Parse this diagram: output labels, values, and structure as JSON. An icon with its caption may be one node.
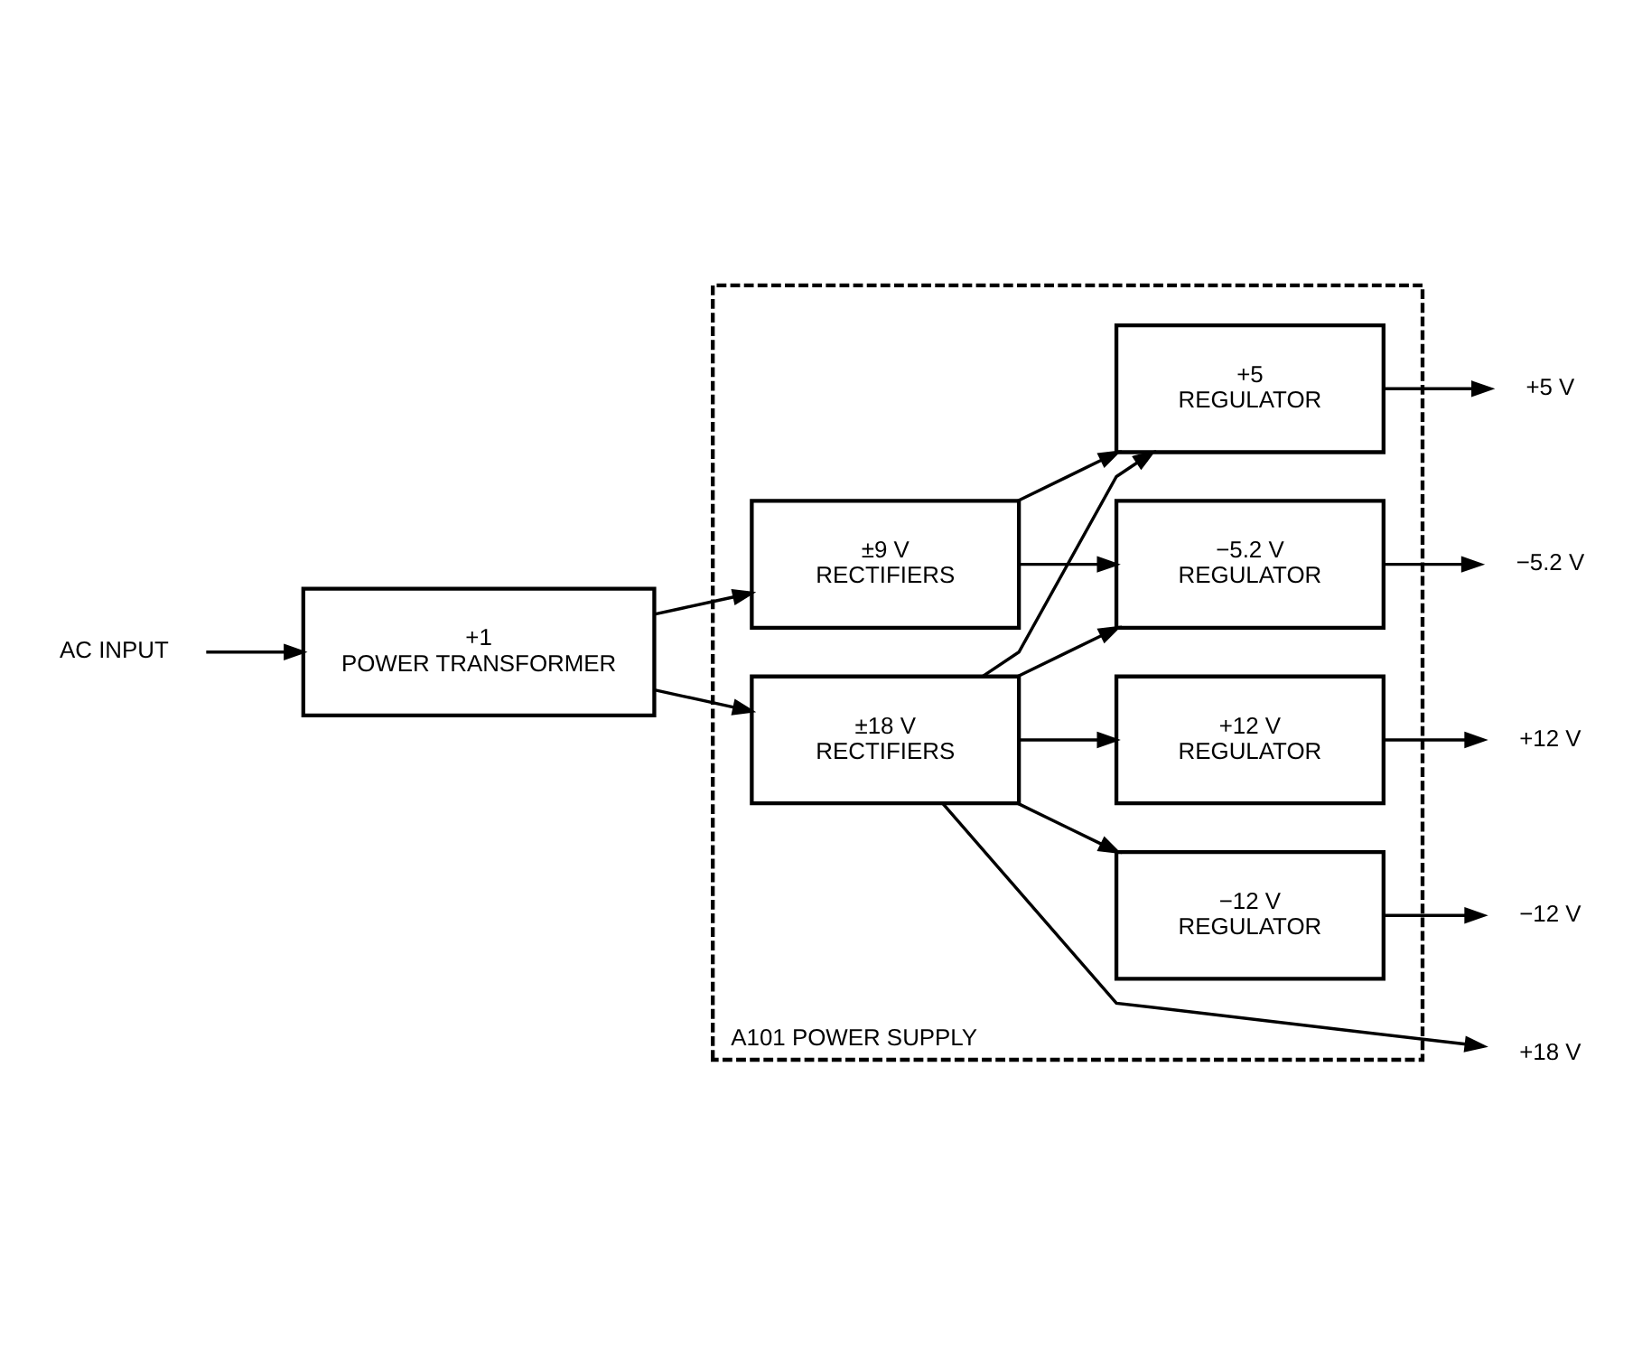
{
  "diagram": {
    "nodes": [
      {
        "text": [
          "+1",
          "POWER TRANSFORMER"
        ]
      },
      {
        "text": [
          "AC INPUT"
        ]
      },
      {
        "text": [
          "A101 POWER SUPPLY"
        ]
      },
      {
        "text": [
          "±9 V",
          "RECTIFIERS"
        ],
        "in": 2
      },
      {
        "text": [
          "±18 V",
          "RECTIFIERS"
        ],
        "in": 2
      },
      {
        "text": [
          "+5",
          "REGULATOR"
        ],
        "in": 2
      },
      {
        "text": [
          "−5.2 V",
          "REGULATOR"
        ],
        "in": 2
      },
      {
        "text": [
          "+12 V",
          "REGULATOR"
        ],
        "in": 2
      },
      {
        "text": [
          "−12 V",
          "REGULATOR"
        ],
        "in": 2
      },
      {
        "text": [
          "+5 V"
        ]
      },
      {
        "text": [
          "−5.2 V"
        ]
      },
      {
        "text": [
          "+18 V"
        ]
      },
      {
        "text": [
          "+12 V"
        ]
      },
      {
        "text": [
          "−12 V"
        ]
      }
    ],
    "edges": [
      {
        "from": 1,
        "to": 0,
        "arrow": "to"
      },
      {
        "from": 0,
        "to": 3,
        "arrow": "to"
      },
      {
        "from": 0,
        "to": 4,
        "arrow": "to"
      },
      {
        "from": 3,
        "to": 5,
        "arrow": "to"
      },
      {
        "from": 3,
        "to": 6,
        "arrow": "to"
      },
      {
        "from": 4,
        "to": 5,
        "arrow": "to"
      },
      {
        "from": 4,
        "to": 6,
        "arrow": "to"
      },
      {
        "from": 4,
        "to": 11,
        "arrow": "to"
      },
      {
        "from": 4,
        "to": 7,
        "arrow": "to"
      },
      {
        "from": 4,
        "to": 8,
        "arrow": "to"
      },
      {
        "from": 5,
        "to": 9,
        "arrow": "to"
      },
      {
        "from": 6,
        "to": 10,
        "arrow": "to"
      },
      {
        "from": 7,
        "to": 12,
        "arrow": "to"
      },
      {
        "from": 8,
        "to": 13,
        "arrow": "to"
      }
    ]
  }
}
